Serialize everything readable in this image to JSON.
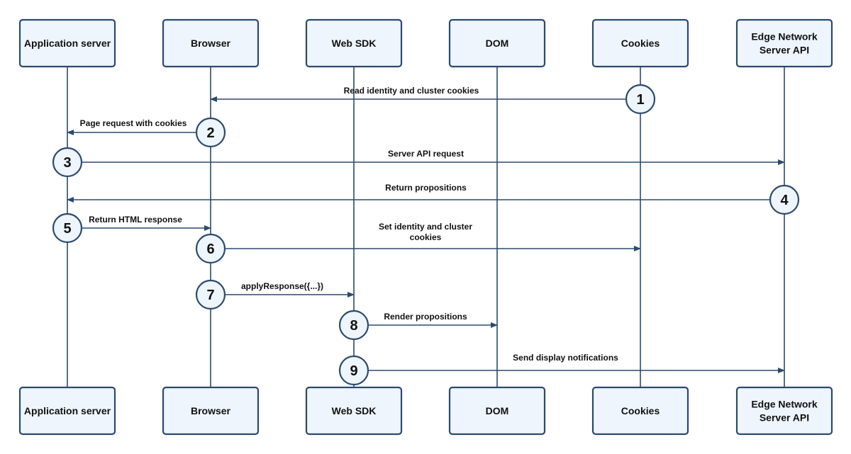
{
  "participants": [
    {
      "id": "app",
      "label": [
        "Application server"
      ]
    },
    {
      "id": "browser",
      "label": [
        "Browser"
      ]
    },
    {
      "id": "sdk",
      "label": [
        "Web SDK"
      ]
    },
    {
      "id": "dom",
      "label": [
        "DOM"
      ]
    },
    {
      "id": "cookies",
      "label": [
        "Cookies"
      ]
    },
    {
      "id": "edge",
      "label": [
        "Edge Network",
        "Server API"
      ]
    }
  ],
  "steps": [
    {
      "number": "1",
      "from": "cookies",
      "to": "browser",
      "label": [
        "Read identity and cluster cookies"
      ]
    },
    {
      "number": "2",
      "from": "browser",
      "to": "app",
      "label": [
        "Page request with cookies"
      ]
    },
    {
      "number": "3",
      "from": "app",
      "to": "edge",
      "label": [
        "Server API request"
      ]
    },
    {
      "number": "4",
      "from": "edge",
      "to": "app",
      "label": [
        "Return propositions"
      ]
    },
    {
      "number": "5",
      "from": "app",
      "to": "browser",
      "label": [
        "Return HTML response"
      ]
    },
    {
      "number": "6",
      "from": "browser",
      "to": "cookies",
      "label": [
        "Set identity and cluster",
        "cookies"
      ]
    },
    {
      "number": "7",
      "from": "browser",
      "to": "sdk",
      "label": [
        "applyResponse({...})"
      ]
    },
    {
      "number": "8",
      "from": "sdk",
      "to": "dom",
      "label": [
        "Render propositions"
      ]
    },
    {
      "number": "9",
      "from": "sdk",
      "to": "edge",
      "label": [
        "Send display notifications"
      ]
    }
  ],
  "colors": {
    "line": "#2b4a6f",
    "box_fill": "#eef5fc",
    "text": "#111111"
  }
}
